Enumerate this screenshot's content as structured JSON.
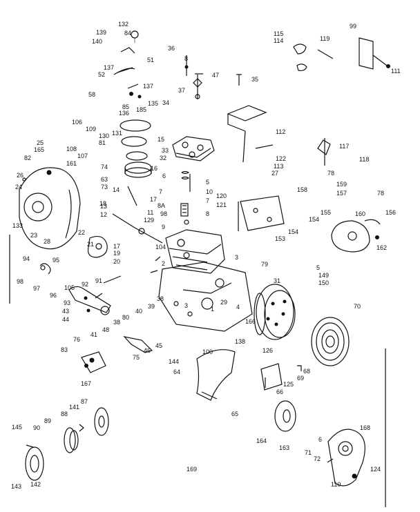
{
  "labels": [
    {
      "id": "l132",
      "text": "132"
    },
    {
      "id": "l84a",
      "text": "84"
    },
    {
      "id": "l139",
      "text": "139"
    },
    {
      "id": "l140",
      "text": "140"
    },
    {
      "id": "l137a",
      "text": "137"
    },
    {
      "id": "l51",
      "text": "51"
    },
    {
      "id": "l52",
      "text": "52"
    },
    {
      "id": "l58",
      "text": "58"
    },
    {
      "id": "l137b",
      "text": "137"
    },
    {
      "id": "l85",
      "text": "85"
    },
    {
      "id": "l136",
      "text": "136"
    },
    {
      "id": "l185",
      "text": "185"
    },
    {
      "id": "l135",
      "text": "135"
    },
    {
      "id": "l34",
      "text": "34"
    },
    {
      "id": "l36",
      "text": "36"
    },
    {
      "id": "l8a",
      "text": "8"
    },
    {
      "id": "l47",
      "text": "47"
    },
    {
      "id": "l37",
      "text": "37"
    },
    {
      "id": "l35",
      "text": "35"
    },
    {
      "id": "l115",
      "text": "115"
    },
    {
      "id": "l114",
      "text": "114"
    },
    {
      "id": "l119",
      "text": "119"
    },
    {
      "id": "l99",
      "text": "99"
    },
    {
      "id": "l111",
      "text": "111"
    },
    {
      "id": "l106a",
      "text": "106"
    },
    {
      "id": "l109",
      "text": "109"
    },
    {
      "id": "l108",
      "text": "108"
    },
    {
      "id": "l130",
      "text": "130"
    },
    {
      "id": "l131",
      "text": "131"
    },
    {
      "id": "l81",
      "text": "81"
    },
    {
      "id": "l107",
      "text": "107"
    },
    {
      "id": "l161",
      "text": "161"
    },
    {
      "id": "l74",
      "text": "74"
    },
    {
      "id": "l15",
      "text": "15"
    },
    {
      "id": "l33",
      "text": "33"
    },
    {
      "id": "l32",
      "text": "32"
    },
    {
      "id": "l25",
      "text": "25"
    },
    {
      "id": "l165",
      "text": "165"
    },
    {
      "id": "l82",
      "text": "82"
    },
    {
      "id": "l26",
      "text": "26"
    },
    {
      "id": "l24",
      "text": "24"
    },
    {
      "id": "l63",
      "text": "63"
    },
    {
      "id": "l73",
      "text": "73"
    },
    {
      "id": "l14",
      "text": "14"
    },
    {
      "id": "l16",
      "text": "16"
    },
    {
      "id": "l6",
      "text": "6"
    },
    {
      "id": "l5",
      "text": "5"
    },
    {
      "id": "l10",
      "text": "10"
    },
    {
      "id": "l7a",
      "text": "7"
    },
    {
      "id": "l7b",
      "text": "7"
    },
    {
      "id": "l8b",
      "text": "8"
    },
    {
      "id": "l8A",
      "text": "8A"
    },
    {
      "id": "l98a",
      "text": "98"
    },
    {
      "id": "l9",
      "text": "9"
    },
    {
      "id": "l112",
      "text": "112"
    },
    {
      "id": "l117",
      "text": "117"
    },
    {
      "id": "l122",
      "text": "122"
    },
    {
      "id": "l113",
      "text": "113"
    },
    {
      "id": "l27",
      "text": "27"
    },
    {
      "id": "l118",
      "text": "118"
    },
    {
      "id": "l78a",
      "text": "78"
    },
    {
      "id": "l158",
      "text": "158"
    },
    {
      "id": "l159",
      "text": "159"
    },
    {
      "id": "l157",
      "text": "157"
    },
    {
      "id": "l78b",
      "text": "78"
    },
    {
      "id": "l120",
      "text": "120"
    },
    {
      "id": "l121",
      "text": "121"
    },
    {
      "id": "l155",
      "text": "155"
    },
    {
      "id": "l154a",
      "text": "154"
    },
    {
      "id": "l154b",
      "text": "154"
    },
    {
      "id": "l153",
      "text": "153"
    },
    {
      "id": "l160",
      "text": "160"
    },
    {
      "id": "l156",
      "text": "156"
    },
    {
      "id": "l162",
      "text": "162"
    },
    {
      "id": "l133",
      "text": "133"
    },
    {
      "id": "l23",
      "text": "23"
    },
    {
      "id": "l28",
      "text": "28"
    },
    {
      "id": "l18",
      "text": "18"
    },
    {
      "id": "l17",
      "text": "17"
    },
    {
      "id": "l13",
      "text": "13"
    },
    {
      "id": "l12",
      "text": "12"
    },
    {
      "id": "l11",
      "text": "11"
    },
    {
      "id": "l129",
      "text": "129"
    },
    {
      "id": "l22",
      "text": "22"
    },
    {
      "id": "l21",
      "text": "21"
    },
    {
      "id": "l17b",
      "text": "17"
    },
    {
      "id": "l19",
      "text": "19"
    },
    {
      "id": "l20",
      "text": "20"
    },
    {
      "id": "l104",
      "text": "104"
    },
    {
      "id": "l3",
      "text": "3"
    },
    {
      "id": "l79",
      "text": "79"
    },
    {
      "id": "l2",
      "text": "2"
    },
    {
      "id": "l31",
      "text": "31"
    },
    {
      "id": "l5b",
      "text": "5"
    },
    {
      "id": "l149",
      "text": "149"
    },
    {
      "id": "l150",
      "text": "150"
    },
    {
      "id": "l94",
      "text": "94"
    },
    {
      "id": "l95",
      "text": "95"
    },
    {
      "id": "l98b",
      "text": "98"
    },
    {
      "id": "l97",
      "text": "97"
    },
    {
      "id": "l96",
      "text": "96"
    },
    {
      "id": "l105",
      "text": "105"
    },
    {
      "id": "l92",
      "text": "92"
    },
    {
      "id": "l91",
      "text": "91"
    },
    {
      "id": "l93",
      "text": "93"
    },
    {
      "id": "l43",
      "text": "43"
    },
    {
      "id": "l44",
      "text": "44"
    },
    {
      "id": "l39",
      "text": "39"
    },
    {
      "id": "l38a",
      "text": "38"
    },
    {
      "id": "l40",
      "text": "40"
    },
    {
      "id": "l38b",
      "text": "38"
    },
    {
      "id": "l41",
      "text": "41"
    },
    {
      "id": "l29",
      "text": "29"
    },
    {
      "id": "l4",
      "text": "4"
    },
    {
      "id": "l3b",
      "text": "3"
    },
    {
      "id": "l1",
      "text": "1"
    },
    {
      "id": "l166",
      "text": "166"
    },
    {
      "id": "l70",
      "text": "70"
    },
    {
      "id": "l138",
      "text": "138"
    },
    {
      "id": "l80",
      "text": "80"
    },
    {
      "id": "l48",
      "text": "48"
    },
    {
      "id": "l76",
      "text": "76"
    },
    {
      "id": "l46",
      "text": "46"
    },
    {
      "id": "l45",
      "text": "45"
    },
    {
      "id": "l83",
      "text": "83"
    },
    {
      "id": "l75",
      "text": "75"
    },
    {
      "id": "l144",
      "text": "144"
    },
    {
      "id": "l100",
      "text": "100"
    },
    {
      "id": "l167",
      "text": "167"
    },
    {
      "id": "l64",
      "text": "64"
    },
    {
      "id": "l126",
      "text": "126"
    },
    {
      "id": "l68",
      "text": "68"
    },
    {
      "id": "l69",
      "text": "69"
    },
    {
      "id": "l125",
      "text": "125"
    },
    {
      "id": "l66",
      "text": "66"
    },
    {
      "id": "l65",
      "text": "65"
    },
    {
      "id": "l87",
      "text": "87"
    },
    {
      "id": "l141",
      "text": "141"
    },
    {
      "id": "l88",
      "text": "88"
    },
    {
      "id": "l89",
      "text": "89"
    },
    {
      "id": "l145",
      "text": "145"
    },
    {
      "id": "l90",
      "text": "90"
    },
    {
      "id": "l164",
      "text": "164"
    },
    {
      "id": "l163",
      "text": "163"
    },
    {
      "id": "l6b",
      "text": "6"
    },
    {
      "id": "l71",
      "text": "71"
    },
    {
      "id": "l72",
      "text": "72"
    },
    {
      "id": "l168",
      "text": "168"
    },
    {
      "id": "l169",
      "text": "169"
    },
    {
      "id": "l124",
      "text": "124"
    },
    {
      "id": "l110",
      "text": "110"
    },
    {
      "id": "l143",
      "text": "143"
    },
    {
      "id": "l142",
      "text": "142"
    }
  ]
}
